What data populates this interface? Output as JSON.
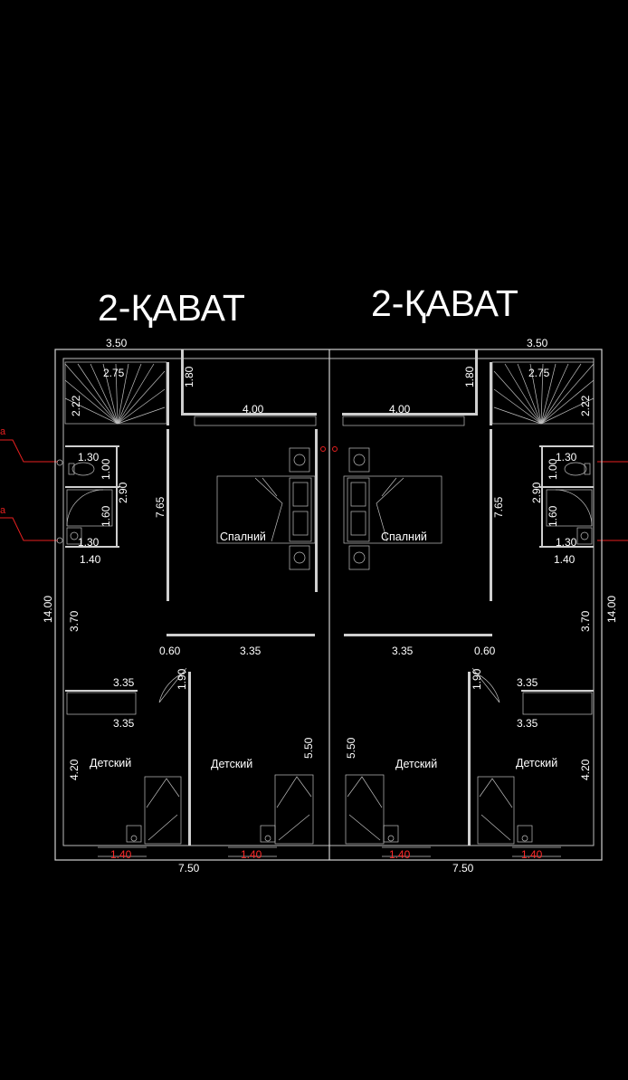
{
  "titles": {
    "left": "2-ҚАВАТ",
    "right": "2-ҚАВАТ"
  },
  "rooms": {
    "bedroom": "Спалний",
    "kids": "Детский"
  },
  "dims": {
    "top_width": "3.50",
    "stair_width": "2.75",
    "stair_depth": "2.22",
    "stair_gap": "1.80",
    "hall_width": "4.00",
    "wc_width": "1.30",
    "wc_depth": "1.00",
    "bath_depth": "1.60",
    "bath_width": "1.30",
    "wet_total": "2.90",
    "wet_width": "1.40",
    "bedroom_depth": "7.65",
    "total_depth": "14.00",
    "hall_depth": "3.70",
    "door_width": "0.60",
    "corridor": "3.35",
    "door_height": "1.90",
    "wardrobe_top": "3.35",
    "wardrobe_bottom": "3.35",
    "kids_depth_right": "5.50",
    "kids_depth_left": "4.20",
    "bottom_width": "7.50",
    "window": "1.40"
  },
  "riser_marks": {
    "top": "a",
    "bottom": "a"
  }
}
